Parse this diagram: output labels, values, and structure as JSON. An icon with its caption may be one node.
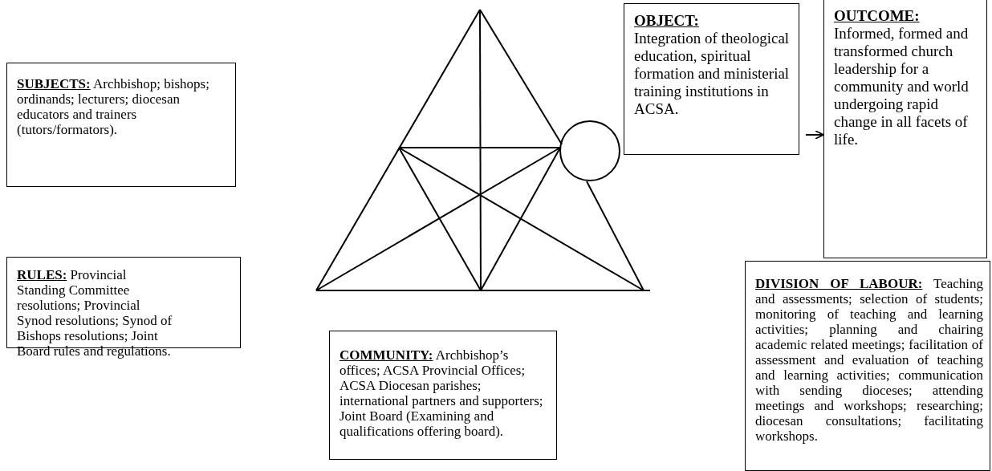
{
  "diagram": {
    "nodes": [
      {
        "text": [
          "SUBJECTS:",
          "Archbishop; bishops; ordinands; lecturers; diocesan educators and trainers (tutors/formators)."
        ]
      },
      {
        "text": [
          "OBJECT:",
          "Integration of theological education, spiritual formation and ministerial training institutions in ACSA."
        ]
      },
      {
        "text": [
          "OUTCOME:",
          "Informed, formed and transformed church leadership for a community and world undergoing rapid change in all facets of life."
        ]
      },
      {
        "text": [
          "RULES:",
          "Provincial Standing Committee resolutions; Provincial Synod resolutions; Synod of Bishops resolutions; Joint Board rules and regulations."
        ]
      },
      {
        "text": [
          "COMMUNITY:",
          "Archbishop’s offices; ACSA Provincial Offices; ACSA Diocesan parishes; international partners and supporters; Joint Board (Examining and qualifications offering board)."
        ]
      },
      {
        "text": [
          "DIVISION OF LABOUR:",
          "Teaching and assessments; selection of students; monitoring of teaching and learning activities; planning and chairing academic related meetings; facilitation of assessment and evaluation of teaching and learning activities; communication with sending dioceses; attending meetings and workshops; researching; diocesan consultations; facilitating workshops."
        ]
      }
    ],
    "edges": [
      {
        "from": 1,
        "to": 2,
        "arrow": "to"
      }
    ]
  }
}
